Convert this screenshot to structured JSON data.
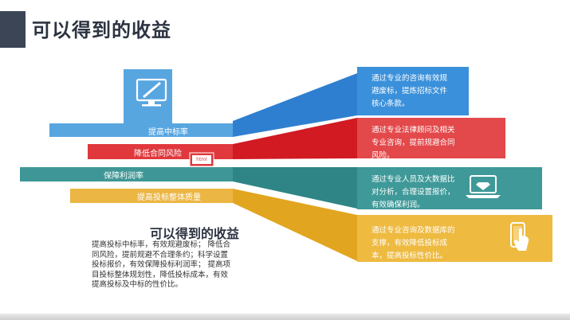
{
  "page_title": "可以得到的收益",
  "bars": [
    {
      "label": "提高中标率",
      "color": "#58a6e0"
    },
    {
      "label": "降低合同风险",
      "color": "#e0383d"
    },
    {
      "label": "保障利润率",
      "color": "#3e9796"
    },
    {
      "label": "提高投标整体质量",
      "color": "#ecb644"
    }
  ],
  "cards": [
    {
      "text": "通过专业的咨询有效规避废标，提炼招标文件核心条款。",
      "color": "#3a90da"
    },
    {
      "text": "通过专业法律顾问及相关专业咨询，提前规避合同风险。",
      "color": "#e3484a"
    },
    {
      "text": "通过专业人员及大数据比对分析，合理设置报价，有效确保利润。",
      "color": "#3f9999"
    },
    {
      "text": "通过专业咨询及数据库的支撑，有效降低投标成本，提高投标性价比。",
      "color": "#eeba40"
    }
  ],
  "html_badge": "html",
  "summary": {
    "title": "可以得到的收益",
    "body": "提高投标中标率，有效规避废标； 降低合同风险，提前规避不合理条约；科学设置投标报价，有效保障投标利润率； 提高项目投标整体规划性，降低投标成本，有效提高投标及中标的性价比。"
  },
  "icons": [
    "monitor-pen-icon",
    "html-badge-icon",
    "laptop-diamond-icon",
    "phone-touch-icon"
  ]
}
